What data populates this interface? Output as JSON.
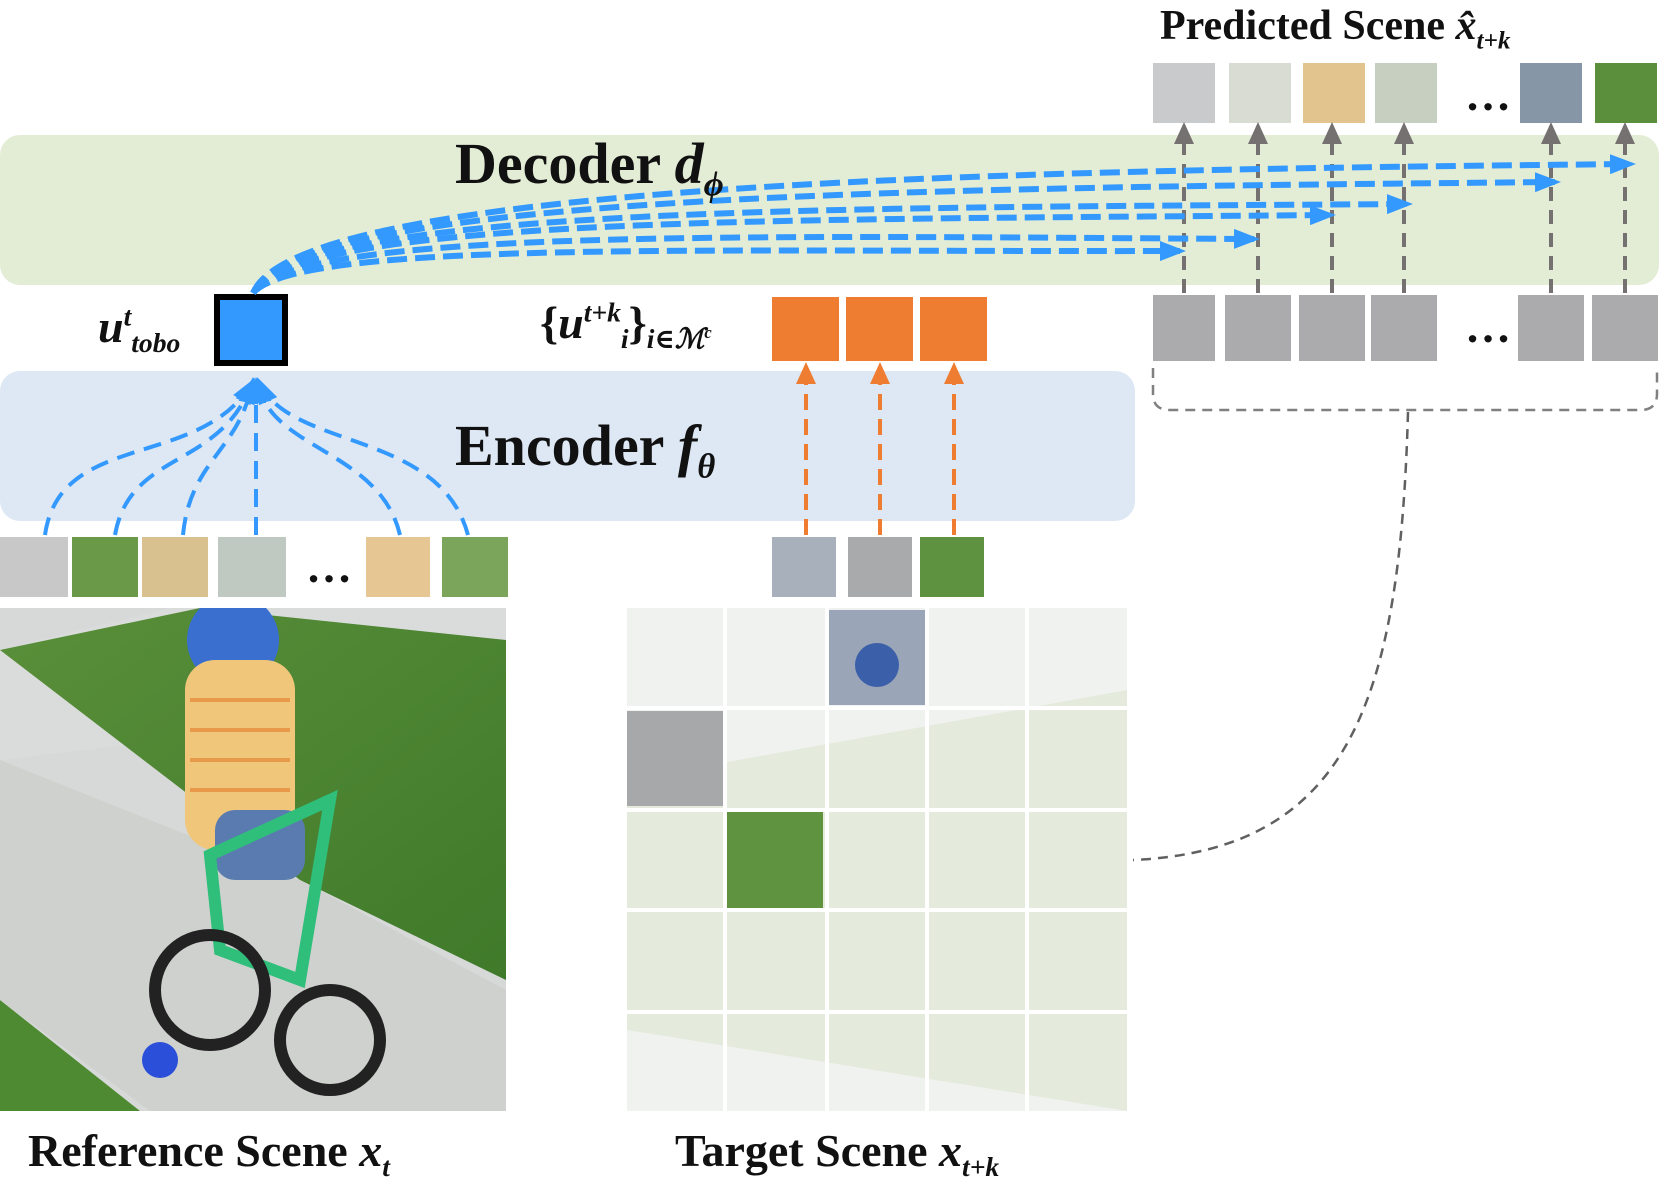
{
  "title": {
    "prefix": "Predicted Scene",
    "var": "x̂",
    "sub": "t+k"
  },
  "decoder": {
    "label": "Decoder",
    "var": "d",
    "sub": "ϕ"
  },
  "encoder": {
    "label": "Encoder",
    "var": "f",
    "sub": "θ"
  },
  "tobo_token": {
    "var": "u",
    "sup": "t",
    "sub": "tobo"
  },
  "masked_tokens": {
    "set_open": "{",
    "var": "u",
    "sup": "t+k",
    "sub_i": "i",
    "set_close": "}",
    "index": "i∈ℳ",
    "index_sup": "c"
  },
  "reference_caption": {
    "text": "Reference Scene",
    "var": "x",
    "sub": "t"
  },
  "target_caption": {
    "text": "Target Scene",
    "var": "x",
    "sub": "t+k"
  },
  "ellipsis": "…",
  "colors": {
    "decoder_band": "#e3edd6",
    "encoder_band": "#dde8f4",
    "tobo_fill": "#3399ff",
    "masked_fill": "#ee7d31",
    "grey_token": "#ababad",
    "blue_arrow": "#3399ff",
    "orange_arrow": "#ee7d31",
    "grey_arrow": "#767171"
  }
}
